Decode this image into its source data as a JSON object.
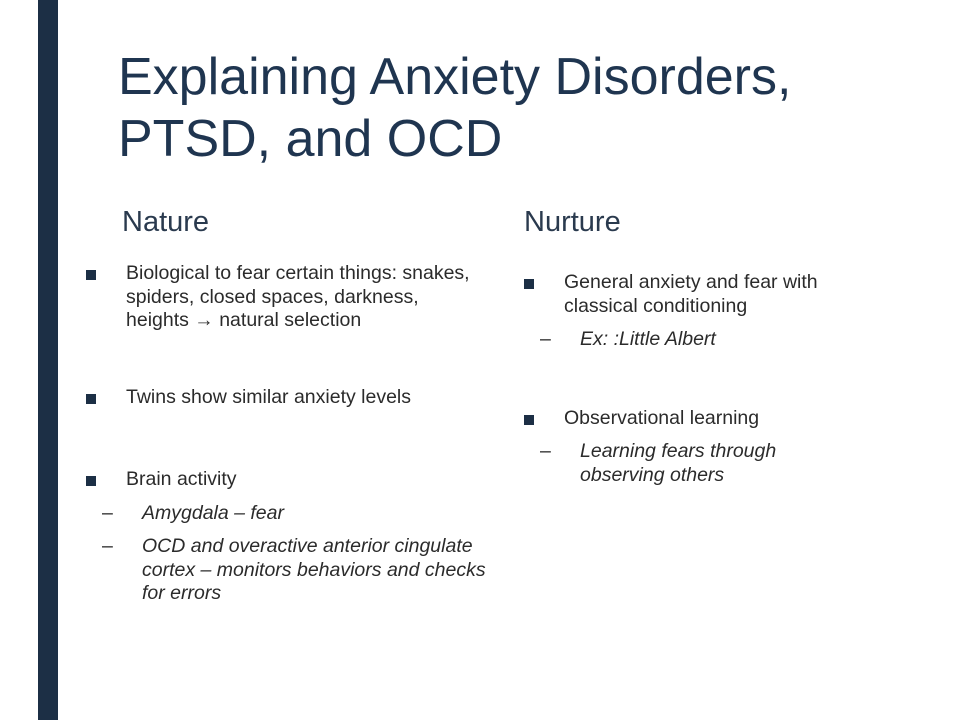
{
  "title": "Explaining Anxiety Disorders, PTSD, and OCD",
  "nature": {
    "heading": "Nature",
    "bullets": {
      "b1": "Biological to fear certain things: snakes, spiders, closed spaces, darkness, heights → natural selection",
      "b2": "Twins show similar anxiety levels",
      "b3": "Brain activity",
      "b3_sub1": "Amygdala – fear",
      "b3_sub2": "OCD and overactive anterior cingulate cortex – monitors behaviors and checks for errors"
    }
  },
  "nurture": {
    "heading": "Nurture",
    "bullets": {
      "b1": "General anxiety and fear with classical conditioning",
      "b1_sub1": "Ex: :Little Albert",
      "b2": "Observational learning",
      "b2_sub1": "Learning fears through observing others"
    }
  },
  "colors": {
    "accent_bar": "#1c2f45",
    "title": "#1f3550"
  }
}
